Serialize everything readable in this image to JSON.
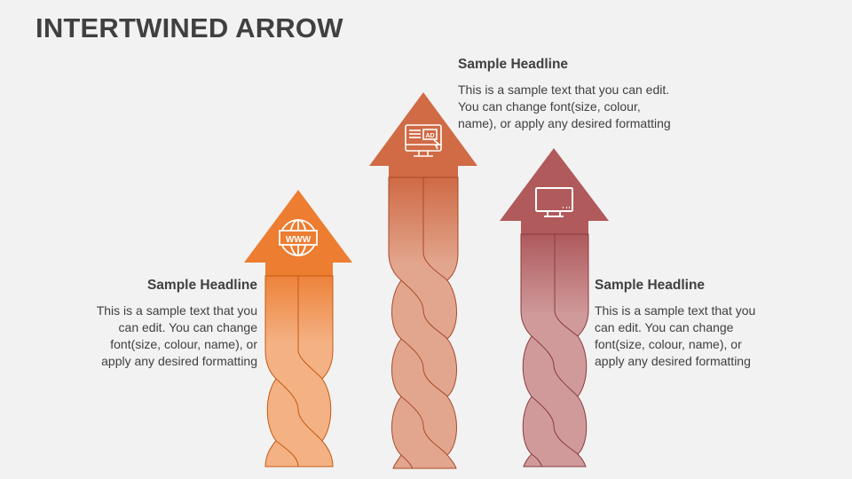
{
  "title": "INTERTWINED ARROW",
  "arrows": [
    {
      "id": "left",
      "icon": "www-globe-icon",
      "head_color": "#ed7d31",
      "body_top": "#ed823a",
      "body_bottom": "#f4b183",
      "stroke": "#c55a11"
    },
    {
      "id": "center",
      "icon": "monitor-ad-icon",
      "head_color": "#d06b45",
      "body_top": "#cf6a44",
      "body_bottom": "#e2a68e",
      "stroke": "#a84a2a"
    },
    {
      "id": "right",
      "icon": "monitor-icon",
      "head_color": "#b05a5b",
      "body_top": "#ae5a5c",
      "body_bottom": "#d09a9b",
      "stroke": "#8a3c3e"
    }
  ],
  "blocks": [
    {
      "headline": "Sample Headline",
      "lines": [
        "This is a sample text that you",
        "can edit. You can change",
        "font(size, colour, name), or",
        "apply any desired formatting"
      ]
    },
    {
      "headline": "Sample Headline",
      "lines": [
        "This is a sample text that you can edit.",
        "You can change font(size, colour,",
        "name), or apply any desired formatting"
      ]
    },
    {
      "headline": "Sample Headline",
      "lines": [
        "This is a sample text that you",
        "can edit. You can change",
        "font(size, colour, name), or",
        "apply any desired formatting"
      ]
    }
  ]
}
